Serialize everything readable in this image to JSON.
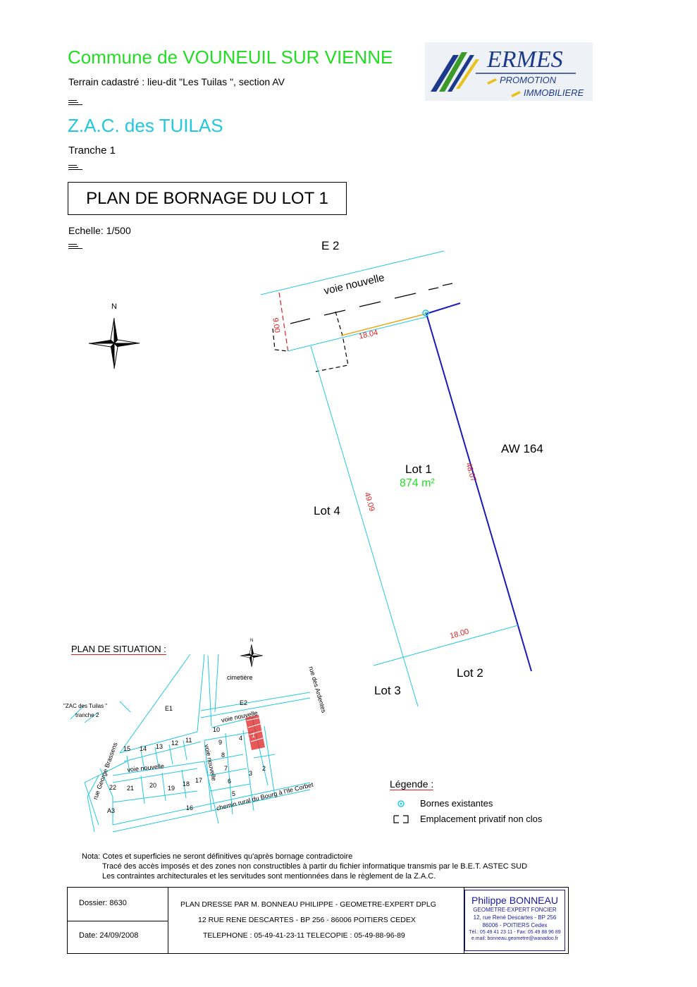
{
  "header": {
    "commune": "Commune de VOUNEUIL SUR VIENNE",
    "terrain": "Terrain cadastré : lieu-dit \"Les Tuilas \", section AV",
    "zac": "Z.A.C. des TUILAS",
    "tranche": "Tranche 1",
    "plan_title": "PLAN DE BORNAGE DU LOT 1",
    "echelle": "Echelle: 1/500"
  },
  "logo": {
    "name": "ERMES",
    "line1": "PROMOTION",
    "line2": "IMMOBILIERE",
    "colors": [
      "#1b3a8c",
      "#3a9a2a",
      "#e8c11a"
    ]
  },
  "plan": {
    "compass_label": "N",
    "labels": {
      "e2": "E 2",
      "voie": "voie nouvelle",
      "aw": "AW 164",
      "lot1": "Lot 1",
      "lot1_area": "874 m²",
      "lot4": "Lot 4",
      "lot2": "Lot 2",
      "lot3": "Lot 3"
    },
    "dimensions": {
      "front": "18.04",
      "setback": "9.00",
      "east": "48.07",
      "west": "49.09",
      "back": "18.00"
    },
    "colors": {
      "parcel": "#22c8e0",
      "boundary": "#1a1ab8",
      "dimension": "#e02020",
      "frontage": "#e8a81a"
    }
  },
  "situation": {
    "title": "PLAN DE SITUATION :",
    "compass_label": "N",
    "labels": {
      "cimetiere": "cimetière",
      "rue_ardentes": "rue des Ardentes",
      "e2": "E2",
      "e1": "E1",
      "zac_t2_a": "\"ZAC des Tuilas \"",
      "zac_t2_b": "tranche 2",
      "voie1": "voie nouvelle",
      "voie2": "voie nouvelle",
      "voie3": "voie nouvelle",
      "rue_brassens": "rue George Brassens",
      "chemin": "chemin rural du Bourg à l'Ile Corbet",
      "a3": "A3"
    },
    "lots": [
      "1",
      "2",
      "3",
      "4",
      "5",
      "6",
      "7",
      "8",
      "9",
      "10",
      "11",
      "12",
      "13",
      "14",
      "15",
      "16",
      "17",
      "18",
      "19",
      "20",
      "21",
      "22"
    ]
  },
  "legend": {
    "title": "Légende :",
    "item1": "Bornes existantes",
    "item2": "Emplacement privatif non clos"
  },
  "nota": {
    "line1": "Nota: Cotes et superficies ne seront définitives qu'après bornage contradictoire",
    "line2": "Tracé des accès imposés et des zones non constructibles à partir du fichier informatique transmis par le B.E.T. ASTEC SUD",
    "line3": "Les contraintes architecturales et les servitudes sont mentionnées dans le règlement de la Z.A.C."
  },
  "footer": {
    "dossier": "Dossier: 8630",
    "date": "Date: 24/09/2008",
    "plan_line1": "PLAN DRESSE PAR M. BONNEAU PHILIPPE - GEOMETRE-EXPERT DPLG",
    "plan_line2": "12 RUE RENE DESCARTES - BP 256 - 86006 POITIERS CEDEX",
    "plan_line3": "TELEPHONE : 05-49-41-23-11  TELECOPIE : 05-49-88-96-89",
    "stamp_name": "Philippe BONNEAU",
    "stamp_title": "GEOMETRE-EXPERT FONCIER",
    "stamp_addr1": "12, rue René Descartes - BP 256",
    "stamp_addr2": "86006 - POITIERS Cedex",
    "stamp_tel": "Tél.: 05 49 41 23 11 - Fax: 05 49 88 96 89",
    "stamp_email": "e.mail: bonneau.geometre@wanadoo.fr"
  }
}
